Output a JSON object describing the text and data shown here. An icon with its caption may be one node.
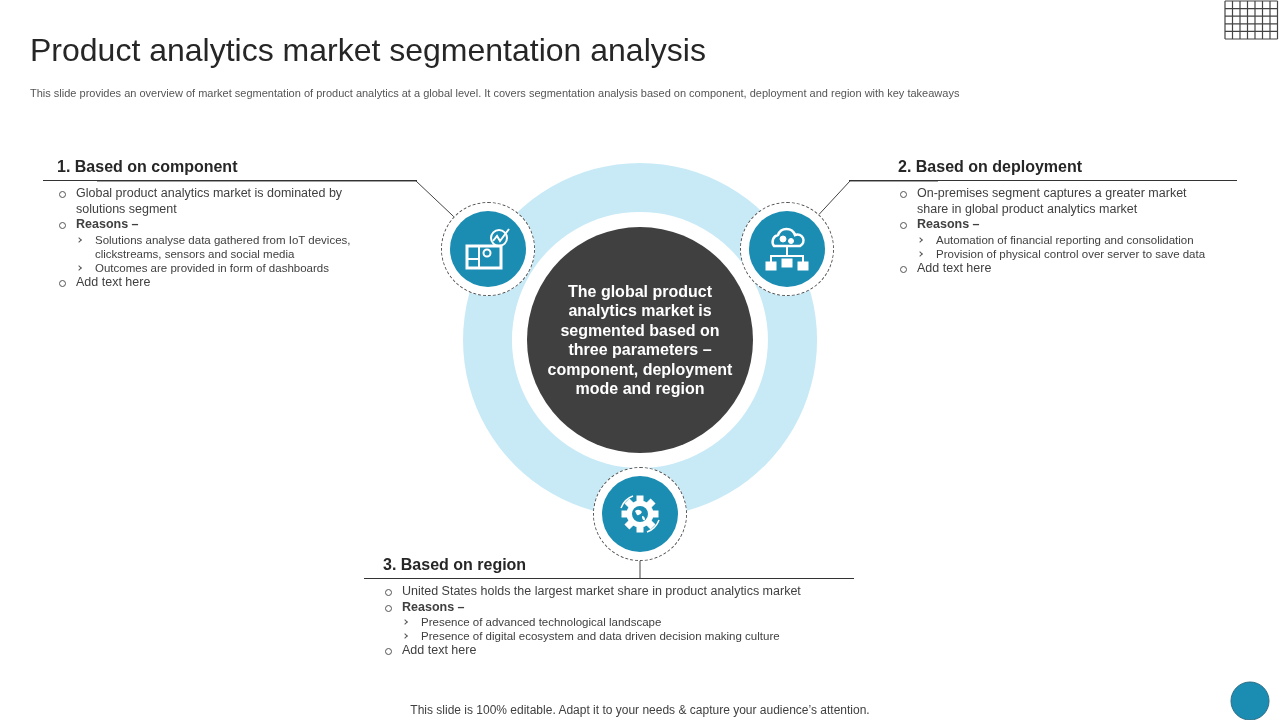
{
  "diagram": {
    "title": "Product analytics market segmentation analysis",
    "caption": "This slide is 100% editable. Adapt it to your needs & capture your audience’s attention.",
    "nodes": [
      {
        "text": [
          "The global product analytics market is segmented based on three parameters – component, deployment mode and region"
        ]
      },
      {
        "text": [],
        "shape": "circle"
      },
      {
        "text": [],
        "shape": "circle"
      },
      {
        "text": [],
        "shape": "circle"
      },
      {
        "text": [
          "1. Based on component",
          "Global product analytics market is dominated by solutions segment",
          "Reasons –",
          "Solutions analyse data gathered from IoT devices, clickstreams, sensors and social media",
          "Outcomes are provided in form of dashboards",
          "Add text here"
        ]
      },
      {
        "text": [
          "2. Based on deployment",
          "On-premises segment captures a greater market share in global product analytics market",
          "Reasons –",
          "Automation of financial reporting and consolidation",
          "Provision of physical control over server to save data",
          "Add text here"
        ]
      },
      {
        "text": [
          "3. Based on region",
          "United States holds the largest market share in product analytics market",
          "Reasons –",
          "Presence of advanced technological landscape",
          "Presence of digital ecosystem and data driven decision making culture",
          "Add text here"
        ]
      }
    ],
    "edges": [
      {
        "from": 4,
        "to": 1,
        "arrow": "none"
      },
      {
        "from": 5,
        "to": 2,
        "arrow": "none"
      },
      {
        "from": 6,
        "to": 3,
        "arrow": "none"
      }
    ],
    "labels": [
      "This slide provides an overview of market segmentation of product analytics at a global level. It covers segmentation analysis based on component, deployment and region with key takeaways"
    ]
  }
}
